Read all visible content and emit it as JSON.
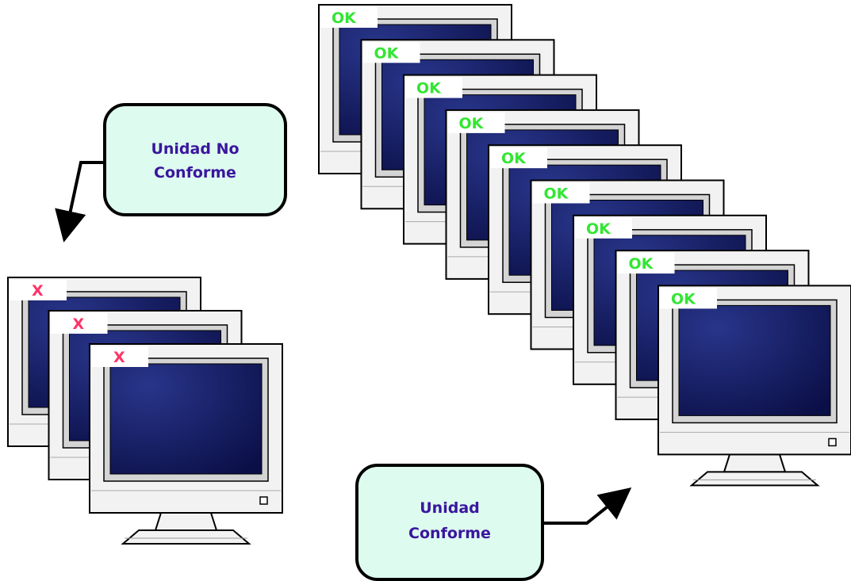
{
  "labels": {
    "ok": "OK",
    "x": "X"
  },
  "callouts": {
    "non_conforming": {
      "line1": "Unidad No",
      "line2": "Conforme"
    },
    "conforming": {
      "line1": "Unidad",
      "line2": "Conforme"
    }
  },
  "colors": {
    "ok_text": "#33e633",
    "x_text": "#ff3366",
    "callout_fill": "#ddfbef",
    "callout_text": "#3a169e",
    "screen_dark": "#0b0f47",
    "screen_light": "#28358a",
    "bezel": "#f2f2f2"
  },
  "counts": {
    "conforming_monitors": 9,
    "non_conforming_monitors": 3
  }
}
